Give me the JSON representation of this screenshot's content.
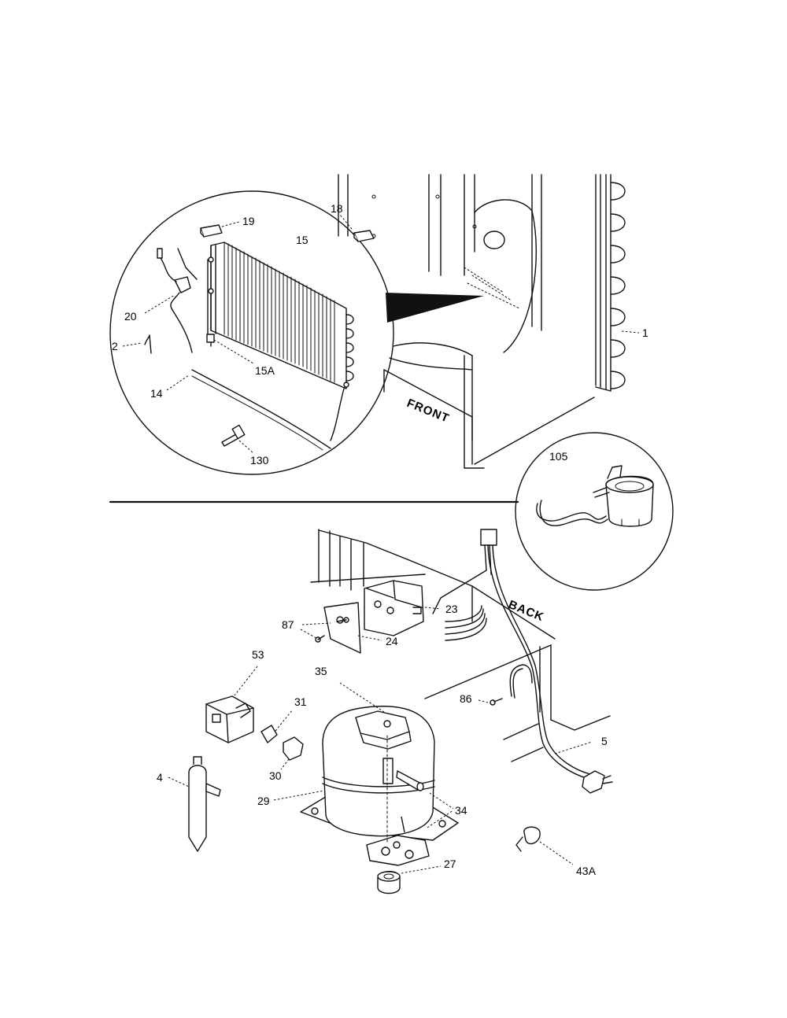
{
  "labels": {
    "p1": "1",
    "p2": "2",
    "p4": "4",
    "p5": "5",
    "p14": "14",
    "p15": "15",
    "p15a": "15A",
    "p18": "18",
    "p19": "19",
    "p20": "20",
    "p23": "23",
    "p24": "24",
    "p27": "27",
    "p29": "29",
    "p30": "30",
    "p31": "31",
    "p34": "34",
    "p35": "35",
    "p43a": "43A",
    "p53": "53",
    "p86": "86",
    "p87": "87",
    "p105": "105",
    "p130": "130"
  },
  "words": {
    "front": "FRONT",
    "back": "BACK"
  }
}
